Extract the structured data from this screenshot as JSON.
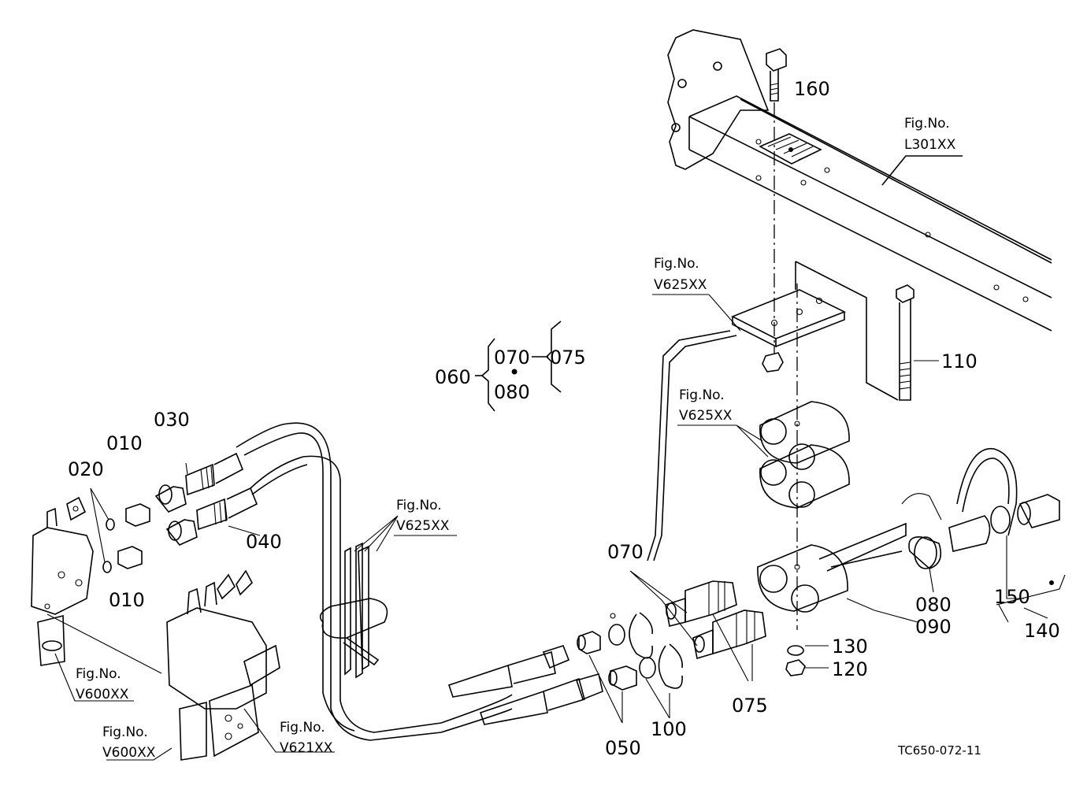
{
  "diagram": {
    "part_numbers": {
      "p010a": "010",
      "p010b": "010",
      "p020": "020",
      "p030": "030",
      "p040": "040",
      "p050": "050",
      "p060": "060",
      "p070_group": "070",
      "p080_group": "080",
      "p075_group": "075",
      "p070": "070",
      "p075": "075",
      "p080": "080",
      "p090": "090",
      "p100": "100",
      "p110": "110",
      "p120": "120",
      "p130": "130",
      "p140": "140",
      "p150": "150",
      "p160": "160"
    },
    "figure_refs": {
      "label": "Fig.No.",
      "l301": "L301XX",
      "v625_bracket": "V625XX",
      "v625_clamp": "V625XX",
      "v625_tie": "V625XX",
      "v600_upper": "V600XX",
      "v600_lower": "V600XX",
      "v621": "V621XX"
    },
    "drawing_code": "TC650-072-11",
    "group_dot": "•"
  }
}
